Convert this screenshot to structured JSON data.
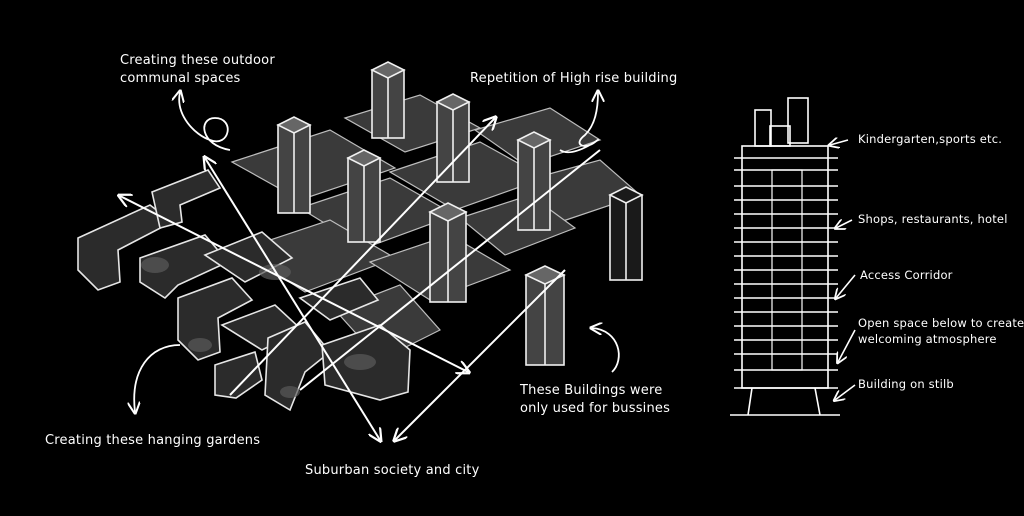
{
  "annotations": {
    "outdoor_spaces": [
      "Creating these outdoor",
      "communal spaces"
    ],
    "repetition": "Repetition of High rise building",
    "hanging_gardens": "Creating these hanging gardens",
    "suburban": "Suburban society and city",
    "business": [
      "These Buildings were",
      "only used for bussines"
    ]
  },
  "tower": {
    "kindergarten": "Kindergarten,sports etc.",
    "shops": "Shops, restaurants, hotel",
    "corridor": "Access Corridor",
    "open_space": [
      "Open space below to create",
      "welcoming atmosphere"
    ],
    "stilts": "Building on stilb"
  },
  "colors": {
    "background": "#000000",
    "ink": "#ffffff",
    "block": "#3a3a3a",
    "block_dark": "#262626"
  }
}
